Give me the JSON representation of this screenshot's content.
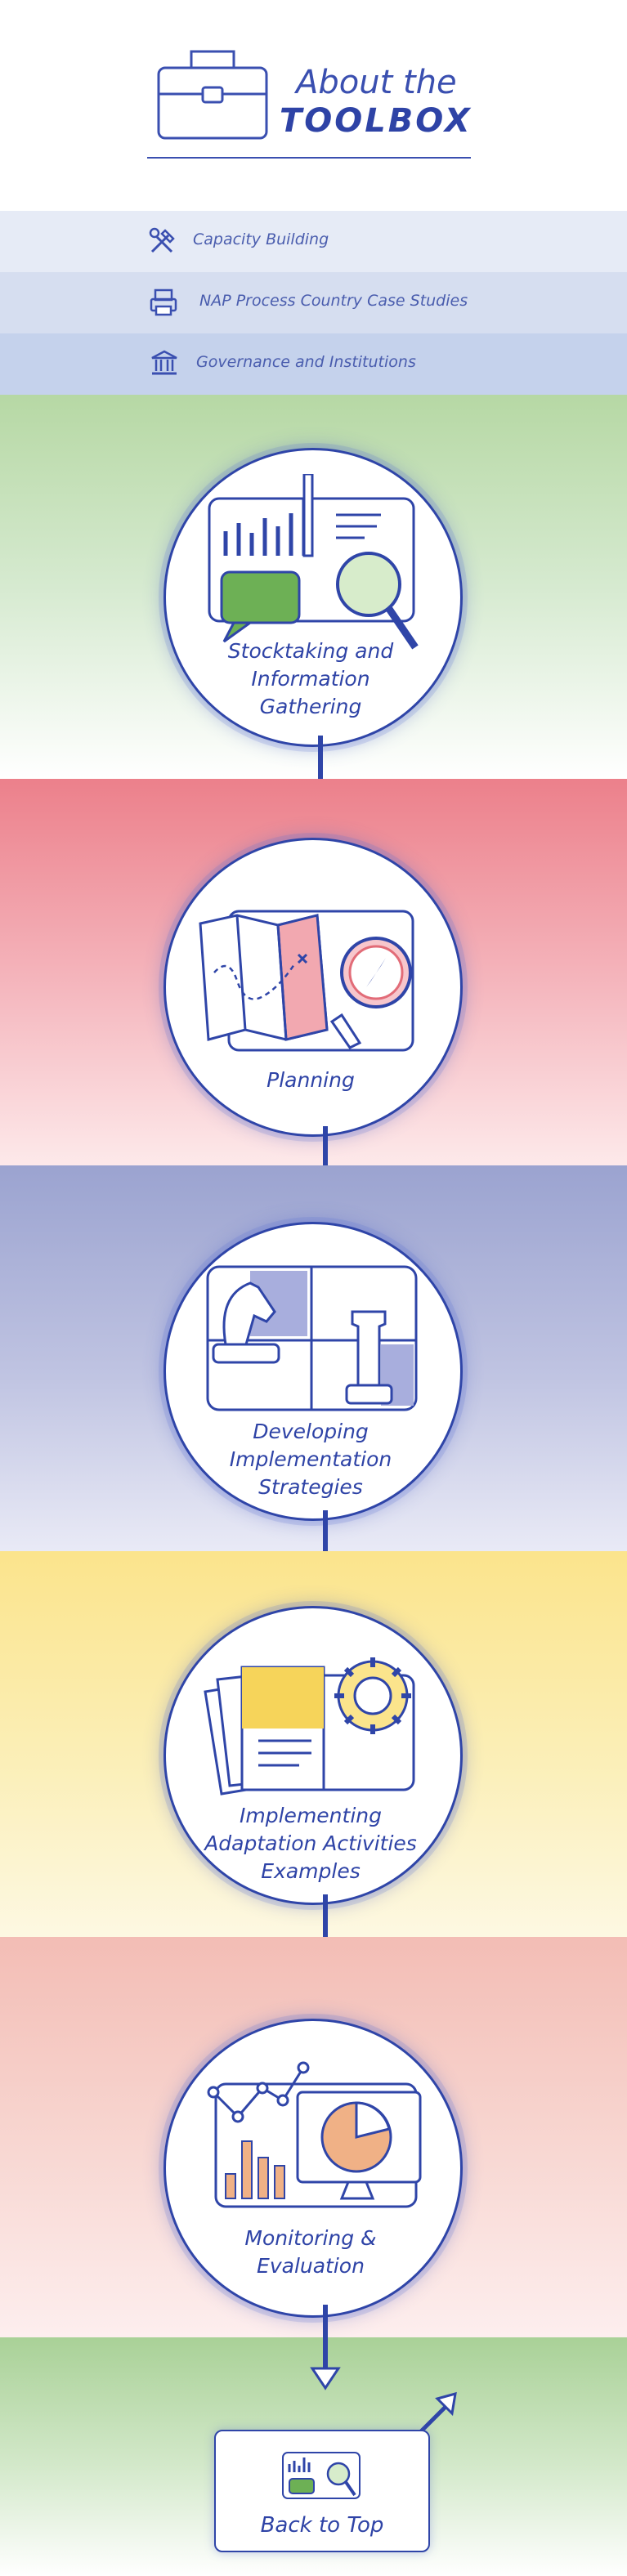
{
  "header": {
    "title_line1": "About the",
    "title_line2": "TOOLBOX"
  },
  "nav": [
    {
      "label": "Capacity Building",
      "icon": "tools-icon"
    },
    {
      "label": "NAP Process Country Case Studies",
      "icon": "printer-icon"
    },
    {
      "label": "Governance and Institutions",
      "icon": "institution-icon"
    }
  ],
  "steps": [
    {
      "label": "Stocktaking and Information Gathering",
      "icon": "stocktaking-icon",
      "band_color": "#bfdcae"
    },
    {
      "label": "Planning",
      "icon": "planning-map-icon",
      "band_color": "#ee8c96"
    },
    {
      "label": "Developing Implementation Strategies",
      "icon": "chess-strategy-icon",
      "band_color": "#9fa6d0"
    },
    {
      "label": "Implementing Adaptation Activities Examples",
      "icon": "documents-gear-icon",
      "band_color": "#fbe99a"
    },
    {
      "label": "Monitoring & Evaluation",
      "icon": "charts-monitor-icon",
      "band_color": "#f4c3bd"
    }
  ],
  "footer": {
    "back_to_top_label": "Back to Top"
  },
  "colors": {
    "primary": "#2f45a8",
    "nav1": "#e4e9f5",
    "nav2": "#d3dcef",
    "nav3": "#c2d0ec"
  }
}
